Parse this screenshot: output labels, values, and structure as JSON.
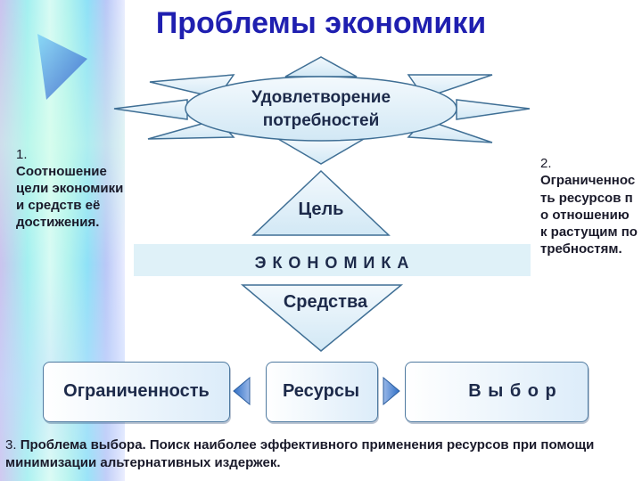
{
  "title": "Проблемы экономики",
  "diagram": {
    "goal": "Удовлетворение потребностей",
    "target": "Цель",
    "economy": "Э К О Н О М И К А",
    "means": "Средства",
    "limitation": "Ограниченность",
    "resources": "Ресурсы",
    "choice": "В ы б о р"
  },
  "notes": {
    "note1_number": "1.",
    "note1_text": "Соотношение цели экономики и средств её достижения.",
    "note2_number": "2.",
    "note2_text": "Ограниченность ресурсов по отношению к растущим потребностям.",
    "note3_number": "3.",
    "note3_text": "Проблема выбора. Поиск наиболее эффективного применения ресурсов при помощи минимизации альтернативных издержек."
  },
  "colors": {
    "title": "#1f1fb0",
    "shape_fill": "#e2f1fa",
    "shape_stroke": "#3f6f95",
    "arrow": "#3f7fc0"
  }
}
